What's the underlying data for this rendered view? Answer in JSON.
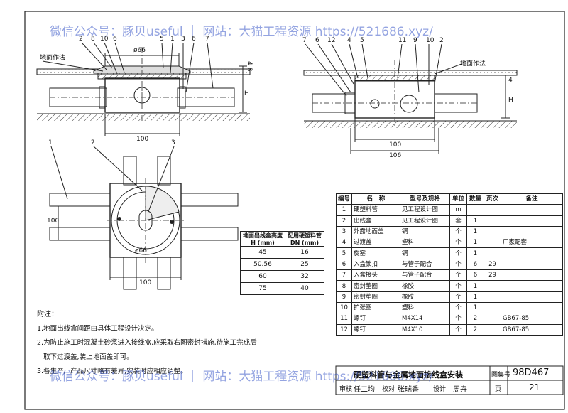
{
  "watermark_top": "微信公众号：豚贝useful ｜ 网站：大猫工程资源 https://521686.xyz/",
  "watermark_bottom": "微信公众号：豚贝useful ｜ 网站：大猫工程资源 https://521686.xyz/",
  "left_view": {
    "callouts": [
      "2",
      "8",
      "10",
      "6",
      "5",
      "1",
      "3",
      "6",
      "7"
    ],
    "diameter_label": "ø66",
    "floor_label": "地面作法",
    "dim_left": "4 8",
    "dim_h": "H",
    "dim_width": "100"
  },
  "right_view": {
    "callouts": [
      "7",
      "6",
      "12",
      "4",
      "5",
      "11",
      "9",
      "10",
      "2"
    ],
    "floor_label": "地面作法",
    "dim_right": "4",
    "dim_h": "H",
    "dim_inner": "100",
    "dim_outer": "106"
  },
  "plan_view": {
    "callouts": [
      "1",
      "2",
      "3"
    ],
    "diameter_label": "ø66",
    "dim_side": "100",
    "dim_bottom": "100"
  },
  "spec_table": {
    "headers": [
      "地面出线盒高度\nH (mm)",
      "配用硬塑料管\nDN (mm)"
    ],
    "rows": [
      [
        "45",
        "16"
      ],
      [
        "50.56",
        "25"
      ],
      [
        "60",
        "32"
      ],
      [
        "75",
        "40"
      ]
    ]
  },
  "notes": {
    "title": "附注：",
    "items": [
      "1.地面出线盒间距由具体工程设计决定。",
      "2.为防止施工时混凝土砂浆进入接线盒,应采取右图密封措施,待施工完成后",
      "   取下过渡盖,装上地面盖即可。",
      "3.各生产厂产品尺寸略有差异,安装时应相应调整。"
    ]
  },
  "bom": {
    "headers": [
      "编号",
      "名　称",
      "型号及规格",
      "单位",
      "数量",
      "页次",
      "备注"
    ],
    "rows": [
      [
        "1",
        "硬塑料管",
        "见工程设计图",
        "m",
        "",
        "",
        ""
      ],
      [
        "2",
        "出线盒",
        "见工程设计图",
        "套",
        "1",
        "",
        ""
      ],
      [
        "3",
        "外露地面盖",
        "铜",
        "个",
        "1",
        "",
        ""
      ],
      [
        "4",
        "过渡盖",
        "塑料",
        "个",
        "1",
        "",
        "厂家配套"
      ],
      [
        "5",
        "旋塞",
        "铜",
        "个",
        "1",
        "",
        ""
      ],
      [
        "6",
        "入盒锁扣",
        "与管子配合",
        "个",
        "6",
        "29",
        ""
      ],
      [
        "7",
        "入盒接头",
        "与管子配合",
        "个",
        "6",
        "29",
        ""
      ],
      [
        "8",
        "密封垫圈",
        "橡胶",
        "个",
        "1",
        "",
        ""
      ],
      [
        "9",
        "密封垫圈",
        "橡胶",
        "个",
        "1",
        "",
        ""
      ],
      [
        "10",
        "扩张圈",
        "塑料",
        "个",
        "1",
        "",
        ""
      ],
      [
        "11",
        "螺钉",
        "M4X14",
        "个",
        "2",
        "",
        "GB67-85"
      ],
      [
        "12",
        "螺钉",
        "M4X10",
        "个",
        "2",
        "",
        "GB67-85"
      ]
    ]
  },
  "title_block": {
    "title": "硬塑料管与金属地面接线盒安装",
    "atlas_label": "图集号",
    "atlas_no": "98D467",
    "review_label": "审核",
    "review_sign": "任二均",
    "check_label": "校对",
    "check_sign": "张瑞香",
    "design_label": "设计",
    "design_sign": "周卉",
    "page_label": "页",
    "page_no": "21"
  }
}
